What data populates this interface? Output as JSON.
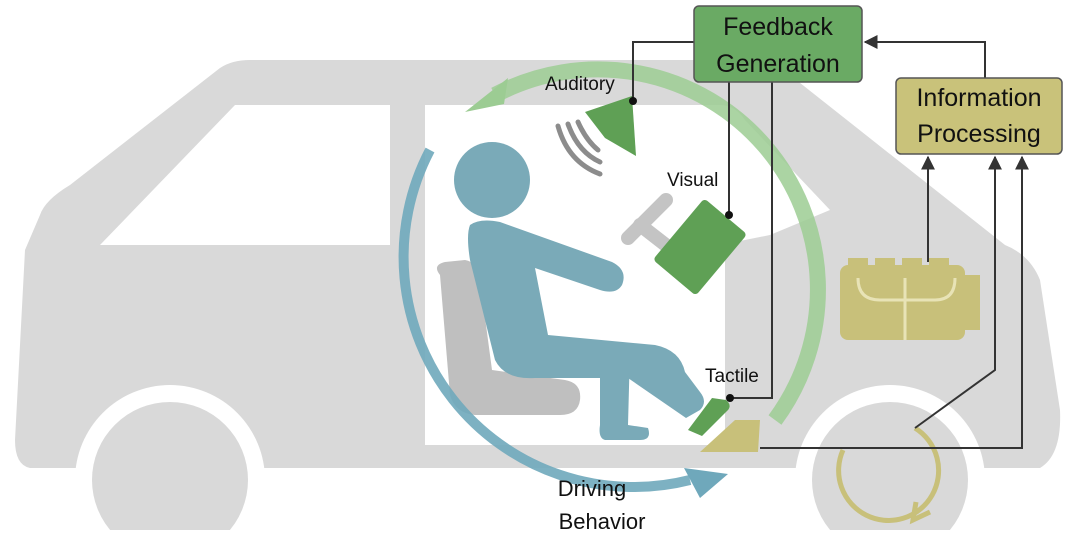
{
  "boxes": {
    "feedback": {
      "line1": "Feedback",
      "line2": "Generation",
      "color": "#6aaa64"
    },
    "information": {
      "line1": "Information",
      "line2": "Processing",
      "color": "#c9c27a"
    }
  },
  "labels": {
    "auditory": "Auditory",
    "visual": "Visual",
    "tactile": "Tactile",
    "driving_line1": "Driving",
    "driving_line2": "Behavior"
  },
  "colors": {
    "car": "#d9d9d9",
    "driver": "#7aaab8",
    "feedback_green": "#5fa055",
    "feedback_arc": "#9ccc93",
    "driving_arc": "#6fa8bb",
    "engine": "#c8c07a",
    "seat": "#bfbfbf",
    "connector": "#333333"
  },
  "icons": [
    "speaker-icon",
    "sound-waves-icon",
    "display-icon",
    "steering-wheel-icon",
    "pedal-icon",
    "engine-icon",
    "wheel-rotation-icon"
  ]
}
